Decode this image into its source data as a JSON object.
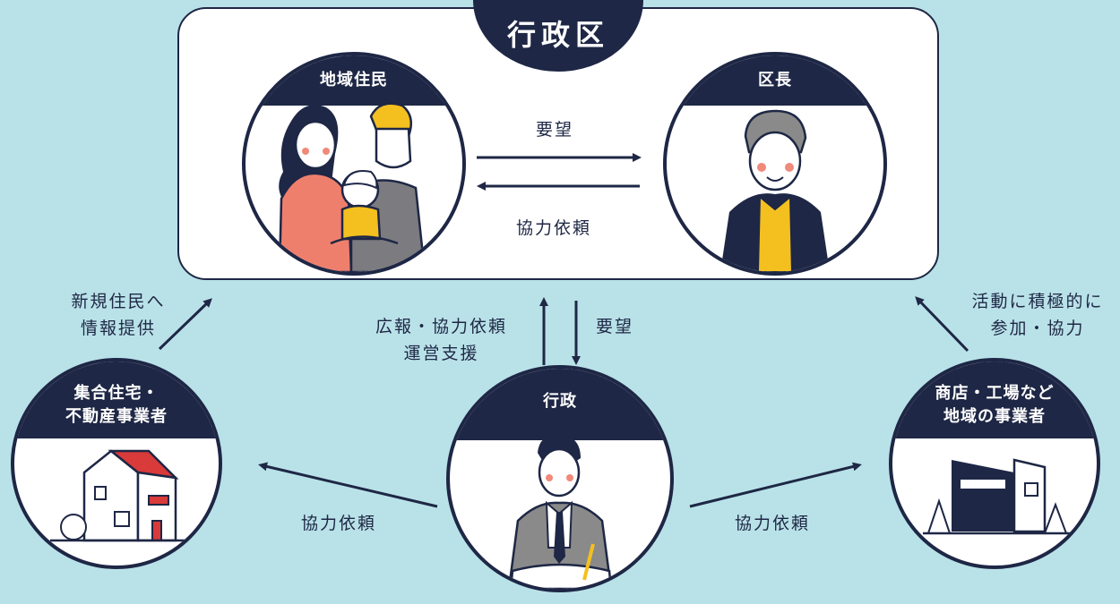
{
  "ward": {
    "title": "行政区"
  },
  "nodes": {
    "residents": {
      "label": "地域住民"
    },
    "ward_chief": {
      "label": "区長"
    },
    "housing": {
      "line1": "集合住宅・",
      "line2": "不動産事業者"
    },
    "government": {
      "label": "行政"
    },
    "business": {
      "line1": "商店・工場など",
      "line2": "地域の事業者"
    }
  },
  "edges": {
    "residents_to_chief": "要望",
    "chief_to_residents": "協力依頼",
    "housing_to_ward": {
      "line1": "新規住民へ",
      "line2": "情報提供"
    },
    "gov_to_ward": {
      "line1": "広報・協力依頼",
      "line2": "運営支援"
    },
    "ward_to_gov": "要望",
    "business_to_ward": {
      "line1": "活動に積極的に",
      "line2": "参加・協力"
    },
    "gov_to_housing": "協力依頼",
    "gov_to_business": "協力依頼"
  },
  "colors": {
    "background": "#b9e2e8",
    "navy": "#1e2745",
    "white": "#ffffff",
    "accent_yellow": "#f4c020",
    "accent_red": "#d93a3a",
    "skin": "#f7dcc8",
    "gray": "#8a8a8a"
  }
}
